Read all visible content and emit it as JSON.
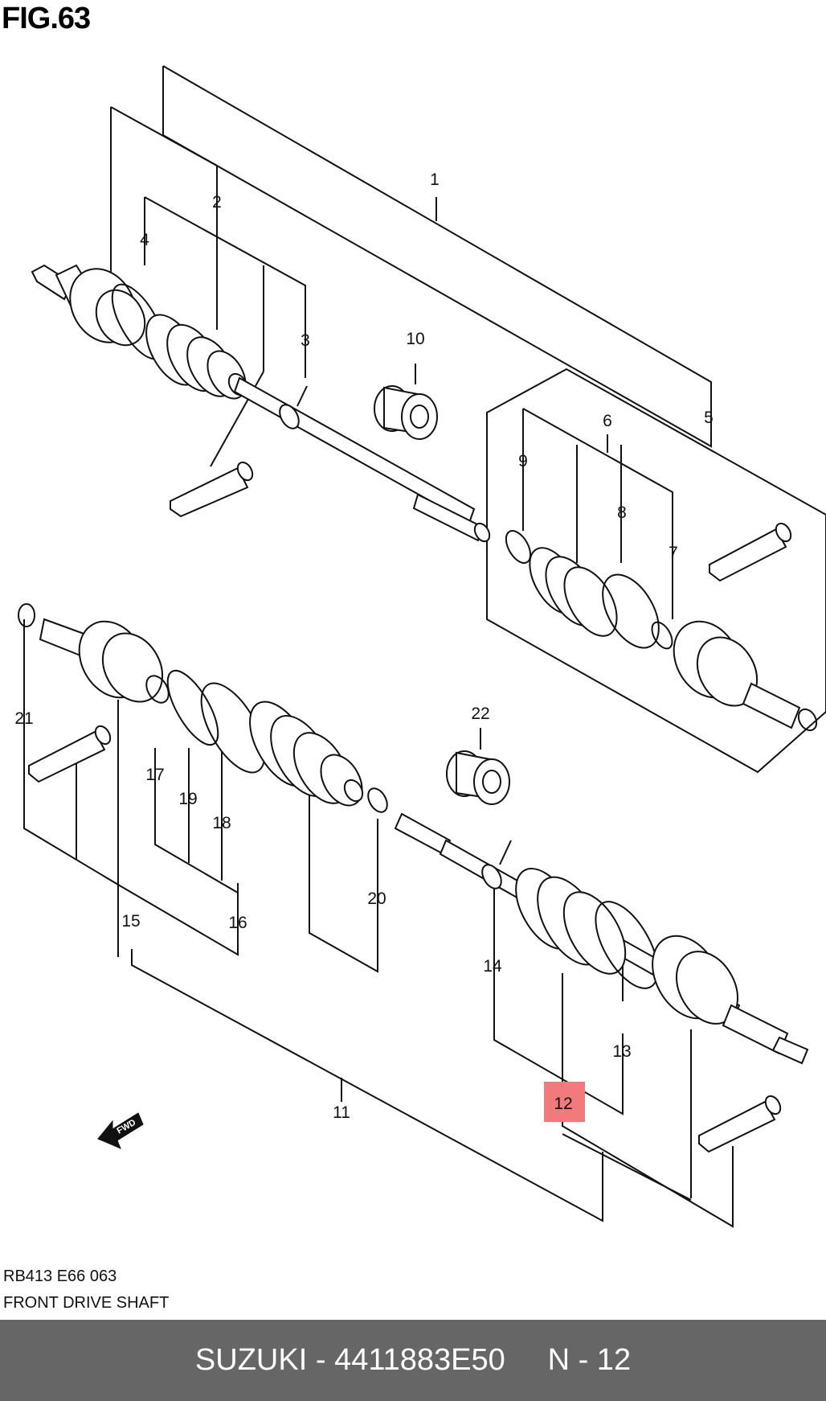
{
  "figure": {
    "title": "FIG.63"
  },
  "callouts": [
    {
      "id": "1",
      "label": "1"
    },
    {
      "id": "2",
      "label": "2"
    },
    {
      "id": "3",
      "label": "3"
    },
    {
      "id": "4",
      "label": "4"
    },
    {
      "id": "5",
      "label": "5"
    },
    {
      "id": "6",
      "label": "6"
    },
    {
      "id": "7",
      "label": "7"
    },
    {
      "id": "8",
      "label": "8"
    },
    {
      "id": "9",
      "label": "9"
    },
    {
      "id": "10",
      "label": "10"
    },
    {
      "id": "11",
      "label": "11"
    },
    {
      "id": "12",
      "label": "12",
      "highlighted": true
    },
    {
      "id": "13",
      "label": "13"
    },
    {
      "id": "14",
      "label": "14"
    },
    {
      "id": "15",
      "label": "15"
    },
    {
      "id": "16",
      "label": "16"
    },
    {
      "id": "17",
      "label": "17"
    },
    {
      "id": "18",
      "label": "18"
    },
    {
      "id": "19",
      "label": "19"
    },
    {
      "id": "20",
      "label": "20"
    },
    {
      "id": "21",
      "label": "21"
    },
    {
      "id": "22",
      "label": "22"
    }
  ],
  "fwd_arrow": {
    "label": "FWD"
  },
  "footnote": {
    "code": "RB413 E66 063",
    "name": "FRONT DRIVE SHAFT"
  },
  "footer": {
    "brand": "SUZUKI",
    "separator": " - ",
    "part_number": "4411883E50",
    "ref": "N - 12"
  },
  "colors": {
    "highlight": "#f2797c",
    "footer_bg": "#666666",
    "line": "#111111"
  }
}
